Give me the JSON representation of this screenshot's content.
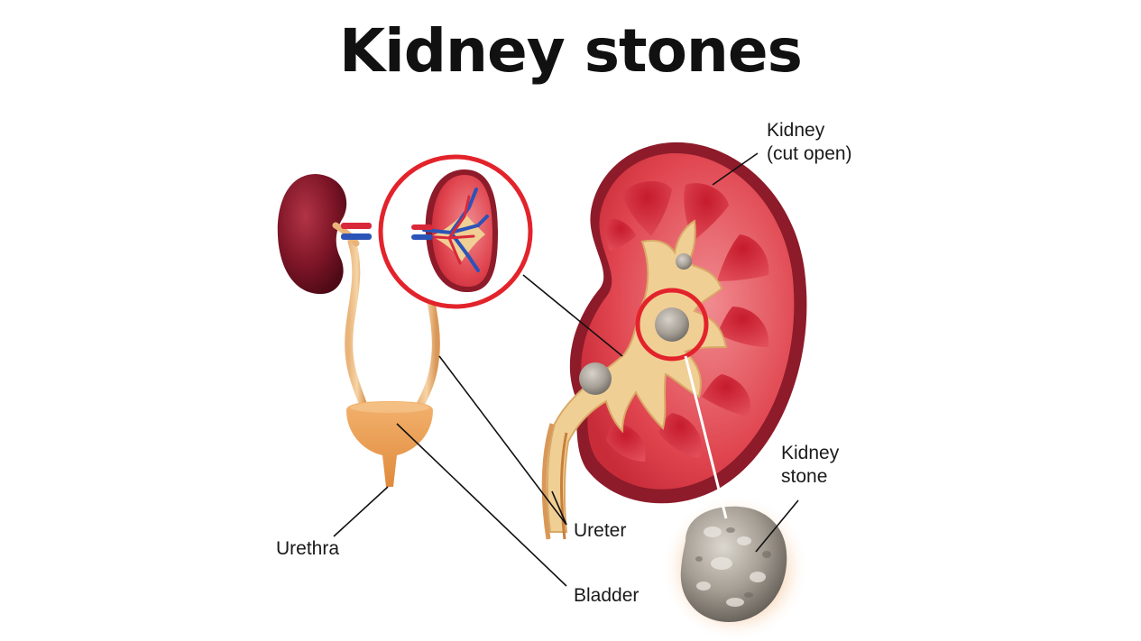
{
  "title": "Kidney stones",
  "labels": {
    "kidney_line1": "Kidney",
    "kidney_line2": "(cut open)",
    "stone_line1": "Kidney",
    "stone_line2": "stone",
    "ureter": "Ureter",
    "urethra": "Urethra",
    "bladder": "Bladder"
  },
  "colors": {
    "highlight_ring": "#e3232b",
    "kidney_outer": "#8e1b2a",
    "kidney_cortex": "#e0454f",
    "pelvis": "#f0cf95",
    "bladder": "#e99a4d",
    "stone": "#a9a39b"
  }
}
